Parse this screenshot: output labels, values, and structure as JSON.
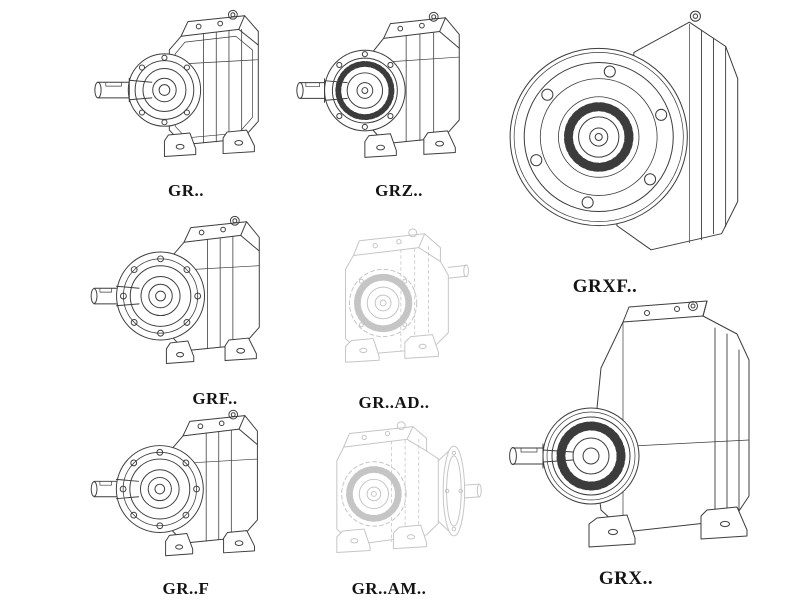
{
  "page": {
    "background_color": "#ffffff",
    "line_color": "#3c3c3c",
    "phantom_line_color": "#c5c5c5"
  },
  "figures": {
    "gr": {
      "label": "GR..",
      "drawing_style": "solid"
    },
    "grz": {
      "label": "GRZ..",
      "drawing_style": "solid"
    },
    "grxf": {
      "label": "GRXF..",
      "drawing_style": "solid"
    },
    "grf": {
      "label": "GRF..",
      "drawing_style": "solid"
    },
    "gr_ad": {
      "label": "GR..AD..",
      "drawing_style": "phantom"
    },
    "grx": {
      "label": "GRX..",
      "drawing_style": "solid"
    },
    "gr_f": {
      "label": "GR..F",
      "drawing_style": "solid"
    },
    "gr_am": {
      "label": "GR..AM..",
      "drawing_style": "phantom"
    }
  }
}
